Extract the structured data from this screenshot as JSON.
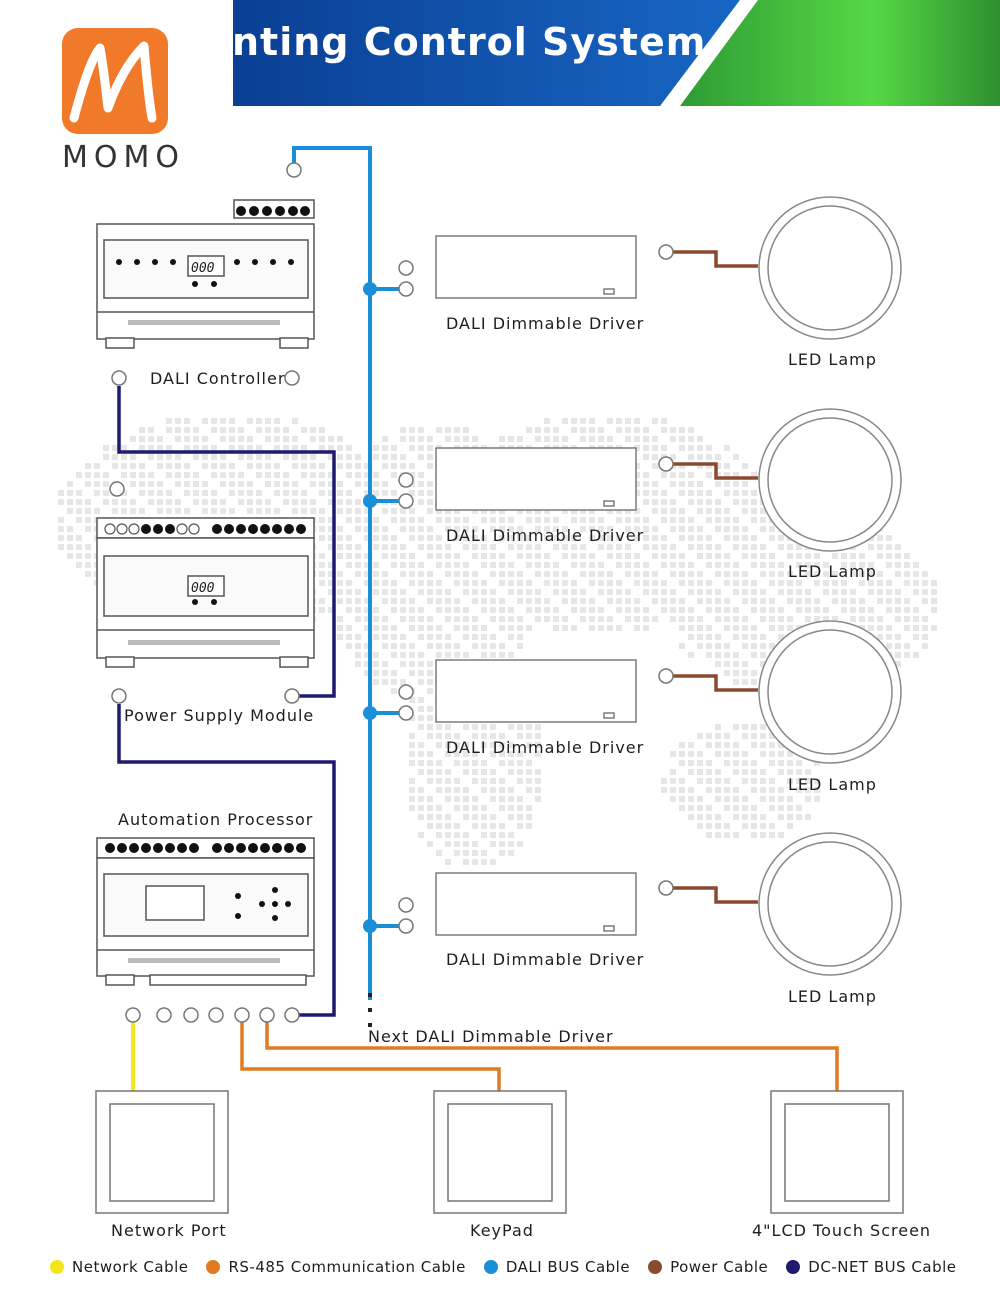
{
  "header": {
    "title": "nting Control System",
    "logo_text": "MOMO",
    "colors": {
      "banner_blue": "#0d4fa8",
      "banner_green": "#3fbf3a",
      "logo_orange": "#f07a2a"
    }
  },
  "devices": {
    "dali_controller": "DALI Controller",
    "power_supply": "Power Supply Module",
    "automation": "Automation Processor",
    "display_readout": "000"
  },
  "drivers": [
    "DALI Dimmable Driver",
    "DALI Dimmable Driver",
    "DALI Dimmable Driver",
    "DALI Dimmable Driver"
  ],
  "lamps": [
    "LED Lamp",
    "LED Lamp",
    "LED Lamp",
    "LED Lamp"
  ],
  "next_driver": "Next DALI Dimmable Driver",
  "panels": [
    "Network Port",
    "KeyPad",
    "4\"LCD Touch Screen"
  ],
  "legend": [
    {
      "label": "Network Cable",
      "color": "#f5e51b"
    },
    {
      "label": "RS-485 Communication Cable",
      "color": "#e07b22"
    },
    {
      "label": "DALI BUS Cable",
      "color": "#1a8fd8"
    },
    {
      "label": "Power Cable",
      "color": "#8a4a2e"
    },
    {
      "label": "DC-NET BUS Cable",
      "color": "#1f1a6e"
    }
  ]
}
